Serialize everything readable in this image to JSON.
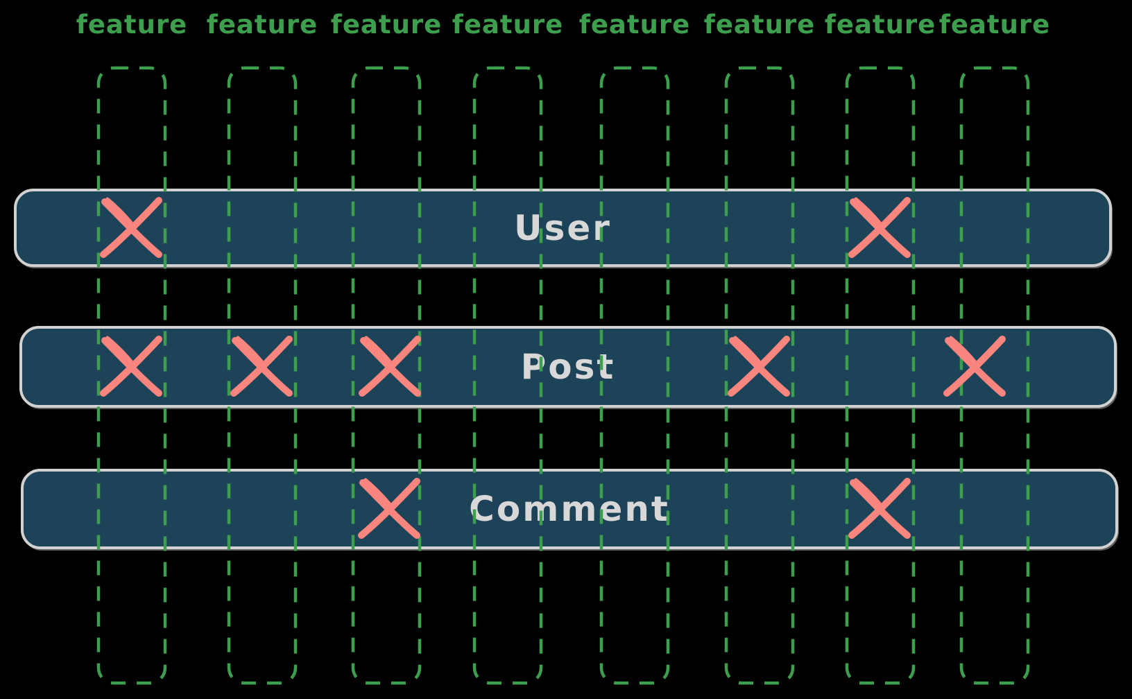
{
  "diagram_type": "feature-entity matrix (hand-drawn style)",
  "colors": {
    "background": "#000000",
    "column_green": "#3d9e4e",
    "row_fill": "#1d4358",
    "row_border": "#d2d2d2",
    "row_label_gray": "#d8d8d8",
    "mark_salmon": "#f9857f"
  },
  "columns": [
    {
      "label": "feature"
    },
    {
      "label": "feature"
    },
    {
      "label": "feature"
    },
    {
      "label": "feature"
    },
    {
      "label": "feature"
    },
    {
      "label": "feature"
    },
    {
      "label": "feature"
    },
    {
      "label": "feature"
    }
  ],
  "rows": [
    {
      "name": "User",
      "marked_columns": [
        1,
        7
      ]
    },
    {
      "name": "Post",
      "marked_columns": [
        1,
        2,
        3,
        6,
        8
      ]
    },
    {
      "name": "Comment",
      "marked_columns": [
        3,
        7
      ]
    }
  ]
}
